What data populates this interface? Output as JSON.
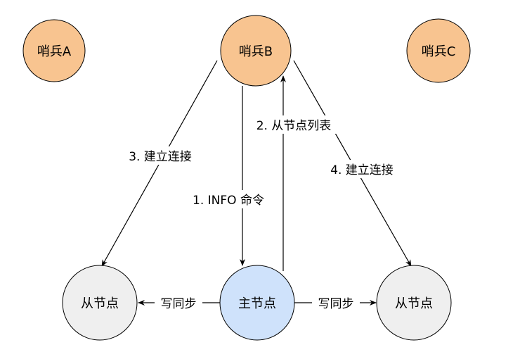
{
  "colors": {
    "sentinel_fill": "#f8c490",
    "master_fill": "#cfe2fb",
    "replica_fill": "#efefef",
    "stroke": "#000000",
    "edge": "#000000"
  },
  "nodes": {
    "sentinel_a": {
      "label": "哨兵A"
    },
    "sentinel_b": {
      "label": "哨兵B"
    },
    "sentinel_c": {
      "label": "哨兵C"
    },
    "replica_left": {
      "label": "从节点"
    },
    "master": {
      "label": "主节点"
    },
    "replica_right": {
      "label": "从节点"
    }
  },
  "edges": {
    "info_command": {
      "label": "1. INFO 命令"
    },
    "replica_list": {
      "label": "2. 从节点列表"
    },
    "connect_left": {
      "label": "3. 建立连接"
    },
    "connect_right": {
      "label": "4. 建立连接"
    },
    "sync_left": {
      "label": "写同步"
    },
    "sync_right": {
      "label": "写同步"
    }
  }
}
